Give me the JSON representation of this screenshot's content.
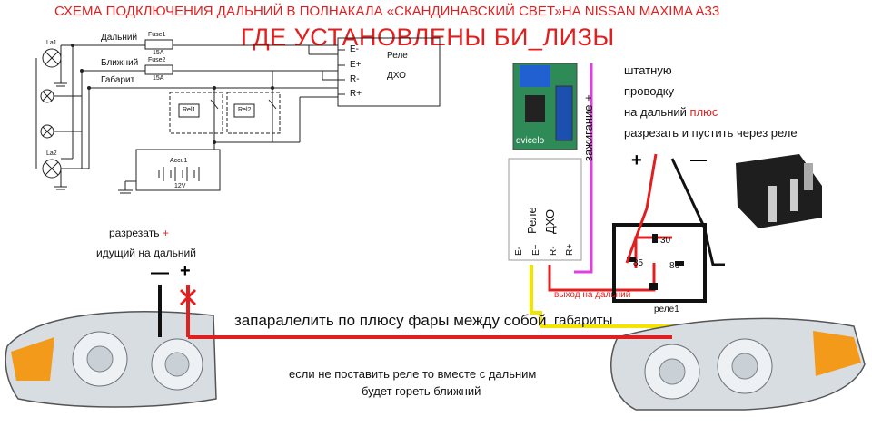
{
  "header": {
    "title": "СХЕМА ПОДКЛЮЧЕНИЯ ДАЛЬНИЙ В ПОЛНАКАЛА  «СКАНДИНАВСКИЙ СВЕТ»НА   NISSAN MAXIMA A33",
    "subtitle": "ГДЕ УСТАНОВЛЕНЫ БИ_ЛИЗЫ"
  },
  "schematic": {
    "lamp_top": "La1",
    "lamp_bottom": "La2",
    "wire_high": "Дальний",
    "wire_low": "Ближний",
    "wire_park": "Габарит",
    "fuse1": "Fuse1",
    "fuse2": "Fuse2",
    "fuse_rating": "15A",
    "relay1": "Rel1",
    "relay2": "Rel2",
    "battery": "Accu1",
    "battery_voltage": "12V",
    "drl_box_line1": "Реле",
    "drl_box_line2": "ДХО",
    "pin_e_minus": "E-",
    "pin_e_plus": "E+",
    "pin_r_minus": "R-",
    "pin_r_plus": "R+"
  },
  "module": {
    "brand": "qvicelo",
    "ignition": "зажигание +",
    "drl_label_line1": "Реле",
    "drl_label_line2": "ДХО",
    "pins": [
      "Е-",
      "Е+",
      "R-",
      "R+"
    ]
  },
  "relay": {
    "pin30": "30",
    "pin85": "85",
    "pin86": "86",
    "name": "реле1",
    "output_label": "выход на дальний",
    "plus": "+",
    "minus": "—"
  },
  "notes": {
    "stock_wiring_lines": [
      "штатную",
      "проводку",
      "на дальний",
      "разрезать и пустить через реле"
    ],
    "stock_plus_word": "плюс",
    "cut_line1_text": "разрезать",
    "cut_line1_plus": "+",
    "cut_line2": "идущий на дальний",
    "cut_minus": "—",
    "cut_plus": "+",
    "parallel": "запаралелить по плюсу фары между собой",
    "parking": "габариты",
    "warning_line1": "если не поставить реле то вместе с дальним",
    "warning_line2": "будет гореть ближний"
  },
  "colors": {
    "accent_red": "#e02020",
    "wire_yellow": "#f2e600",
    "wire_magenta": "#e040e0",
    "wire_black": "#111111",
    "headlight_amber": "#f39a1a"
  }
}
